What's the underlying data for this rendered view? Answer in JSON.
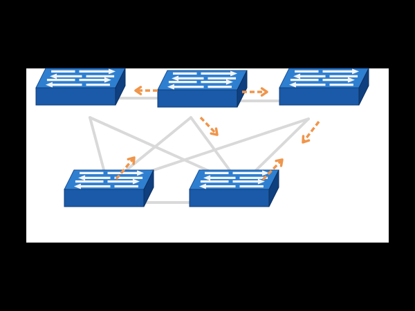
{
  "diagram": {
    "type": "network-topology",
    "node_kind": "network-switch",
    "colors": {
      "background_outer": "#000000",
      "canvas": "#ffffff",
      "link": "#d9d9d9",
      "flow_arrow": "#f0954a",
      "switch_top": "#2f7fd0",
      "switch_front": "#1a5aa8",
      "switch_side": "#0f3f7e"
    },
    "nodes": [
      {
        "id": "sw-top-left",
        "icon": "switch-icon"
      },
      {
        "id": "sw-top-center",
        "icon": "switch-icon"
      },
      {
        "id": "sw-top-right",
        "icon": "switch-icon"
      },
      {
        "id": "sw-bottom-left",
        "icon": "switch-icon"
      },
      {
        "id": "sw-bottom-right",
        "icon": "switch-icon"
      }
    ],
    "links": [
      {
        "from": "sw-top-left",
        "to": "sw-top-center"
      },
      {
        "from": "sw-top-center",
        "to": "sw-top-right"
      },
      {
        "from": "sw-bottom-left",
        "to": "sw-bottom-right"
      },
      {
        "from": "sw-top-left",
        "to": "sw-bottom-left"
      },
      {
        "from": "sw-top-left",
        "to": "sw-bottom-right"
      },
      {
        "from": "sw-top-center",
        "to": "sw-bottom-left"
      },
      {
        "from": "sw-top-center",
        "to": "sw-bottom-right"
      },
      {
        "from": "sw-top-right",
        "to": "sw-bottom-left"
      },
      {
        "from": "sw-top-right",
        "to": "sw-bottom-right"
      }
    ],
    "flows": [
      {
        "from": "sw-top-center",
        "to": "sw-top-left"
      },
      {
        "from": "sw-top-center",
        "to": "sw-top-right"
      },
      {
        "from": "sw-top-center",
        "to": "sw-bottom-right"
      },
      {
        "from": "sw-top-right",
        "to": "sw-bottom-right"
      },
      {
        "from": "sw-bottom-left",
        "to": "sw-top-center"
      },
      {
        "from": "sw-bottom-right",
        "to": "sw-top-right"
      }
    ]
  }
}
